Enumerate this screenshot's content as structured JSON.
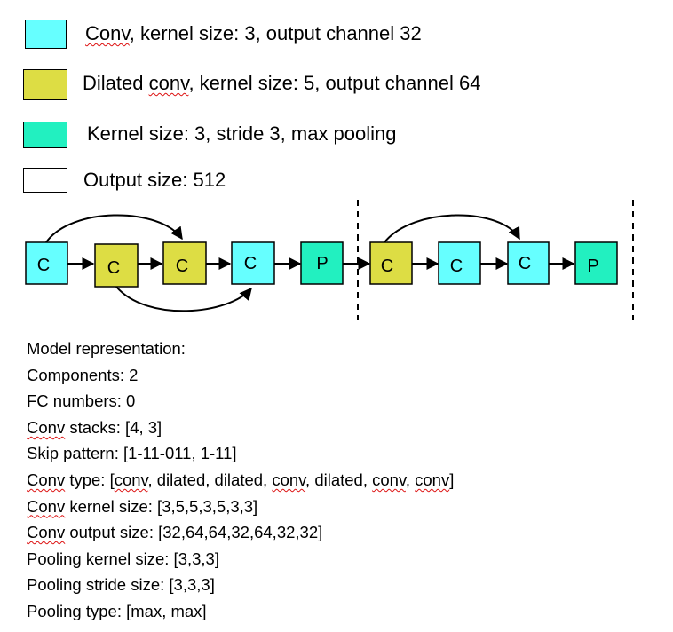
{
  "colors": {
    "conv": "#66ffff",
    "dilated": "#dddd44",
    "pool": "#22f0c0",
    "output": "#ffffff",
    "spellcheck": "#dd1111"
  },
  "legend": [
    {
      "key": "conv",
      "text": "Conv, kernel size: 3, output channel 32"
    },
    {
      "key": "dilated",
      "text": "Dilated conv, kernel size: 5, output channel 64"
    },
    {
      "key": "pool",
      "text": "Kernel size: 3,  stride 3, max pooling"
    },
    {
      "key": "output",
      "text": "Output size: 512"
    }
  ],
  "nodes": [
    {
      "label": "C",
      "type": "conv"
    },
    {
      "label": "C",
      "type": "dilated"
    },
    {
      "label": "C",
      "type": "dilated"
    },
    {
      "label": "C",
      "type": "conv"
    },
    {
      "label": "P",
      "type": "pool"
    },
    {
      "label": "C",
      "type": "dilated"
    },
    {
      "label": "C",
      "type": "conv"
    },
    {
      "label": "C",
      "type": "conv"
    },
    {
      "label": "P",
      "type": "pool"
    }
  ],
  "representation": [
    "Model representation:",
    "Components: 2",
    "FC numbers: 0",
    "Conv stacks: [4, 3]",
    "Skip pattern: [1-11-011, 1-11]",
    "Conv type: [conv, dilated, dilated, conv, dilated, conv, conv]",
    "Conv kernel size: [3,5,5,3,5,3,3]",
    "Conv output size: [32,64,64,32,64,32,32]",
    "Pooling kernel size: [3,3,3]",
    "Pooling stride size: [3,3,3]",
    "Pooling type: [max, max]"
  ]
}
